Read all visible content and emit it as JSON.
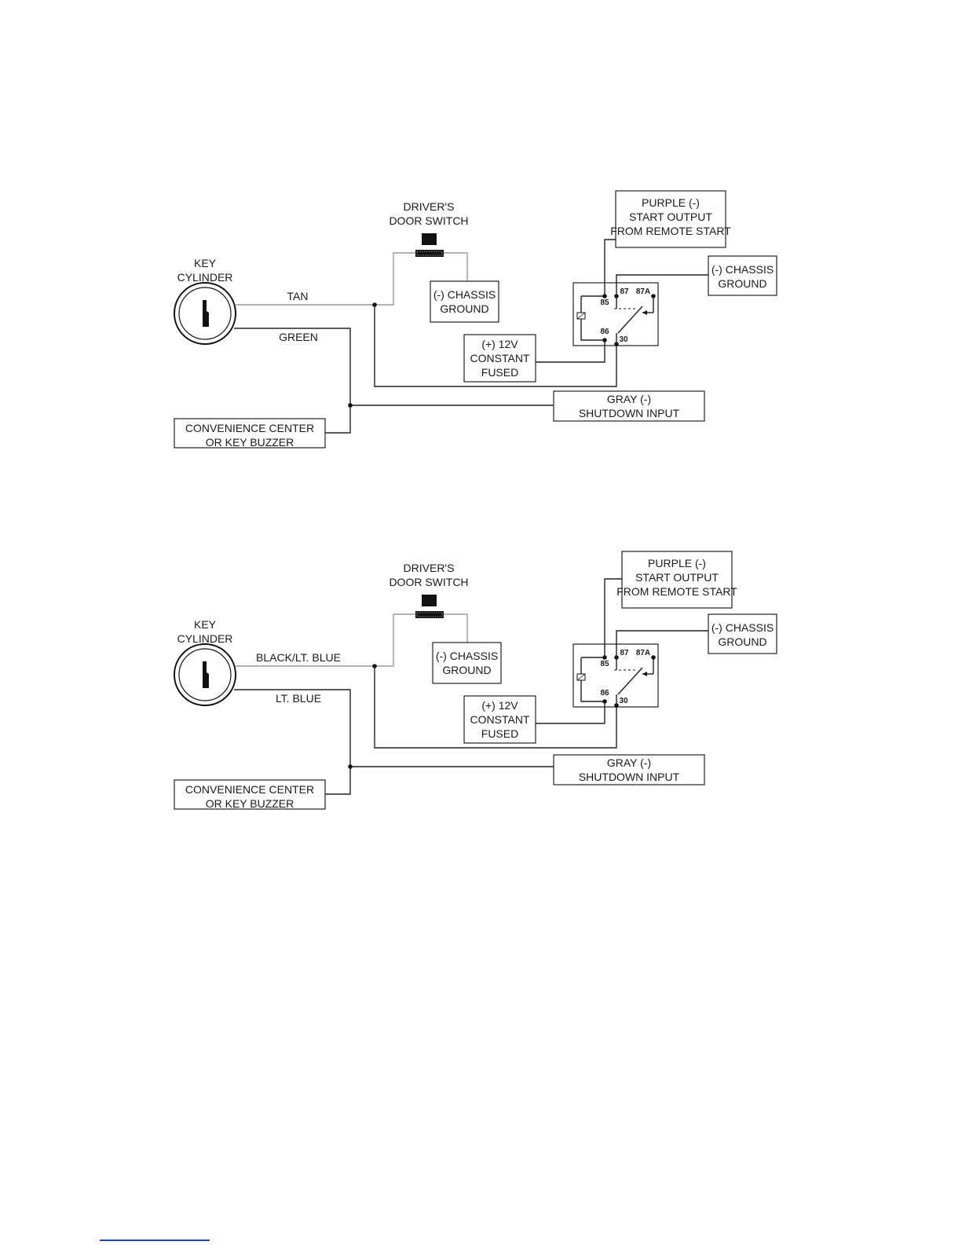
{
  "diagrams": [
    {
      "key_cylinder_label": [
        "KEY",
        "CYLINDER"
      ],
      "door_switch_label": [
        "DRIVER'S",
        "DOOR SWITCH"
      ],
      "wire_1_label": "TAN",
      "wire_2_label": "GREEN",
      "door_ground_label": [
        "(-) CHASSIS",
        "GROUND"
      ],
      "start_output_label": [
        "PURPLE (-)",
        "START OUTPUT",
        "FROM REMOTE START"
      ],
      "relay_ground_label": [
        "(-) CHASSIS",
        "GROUND"
      ],
      "power_label": [
        "(+) 12V",
        "CONSTANT",
        "FUSED"
      ],
      "shutdown_label": [
        "GRAY (-)",
        "SHUTDOWN INPUT"
      ],
      "buzzer_label": [
        "CONVENIENCE CENTER",
        "OR KEY BUZZER"
      ],
      "relay_pins": [
        "85",
        "86",
        "87",
        "87A",
        "30"
      ]
    },
    {
      "key_cylinder_label": [
        "KEY",
        "CYLINDER"
      ],
      "door_switch_label": [
        "DRIVER'S",
        "DOOR SWITCH"
      ],
      "wire_1_label": "BLACK/LT. BLUE",
      "wire_2_label": "LT. BLUE",
      "door_ground_label": [
        "(-) CHASSIS",
        "GROUND"
      ],
      "start_output_label": [
        "PURPLE (-)",
        "START OUTPUT",
        "FROM REMOTE START"
      ],
      "relay_ground_label": [
        "(-) CHASSIS",
        "GROUND"
      ],
      "power_label": [
        "(+) 12V",
        "CONSTANT",
        "FUSED"
      ],
      "shutdown_label": [
        "GRAY (-)",
        "SHUTDOWN INPUT"
      ],
      "buzzer_label": [
        "CONVENIENCE CENTER",
        "OR KEY BUZZER"
      ],
      "relay_pins": [
        "85",
        "86",
        "87",
        "87A",
        "30"
      ]
    }
  ]
}
